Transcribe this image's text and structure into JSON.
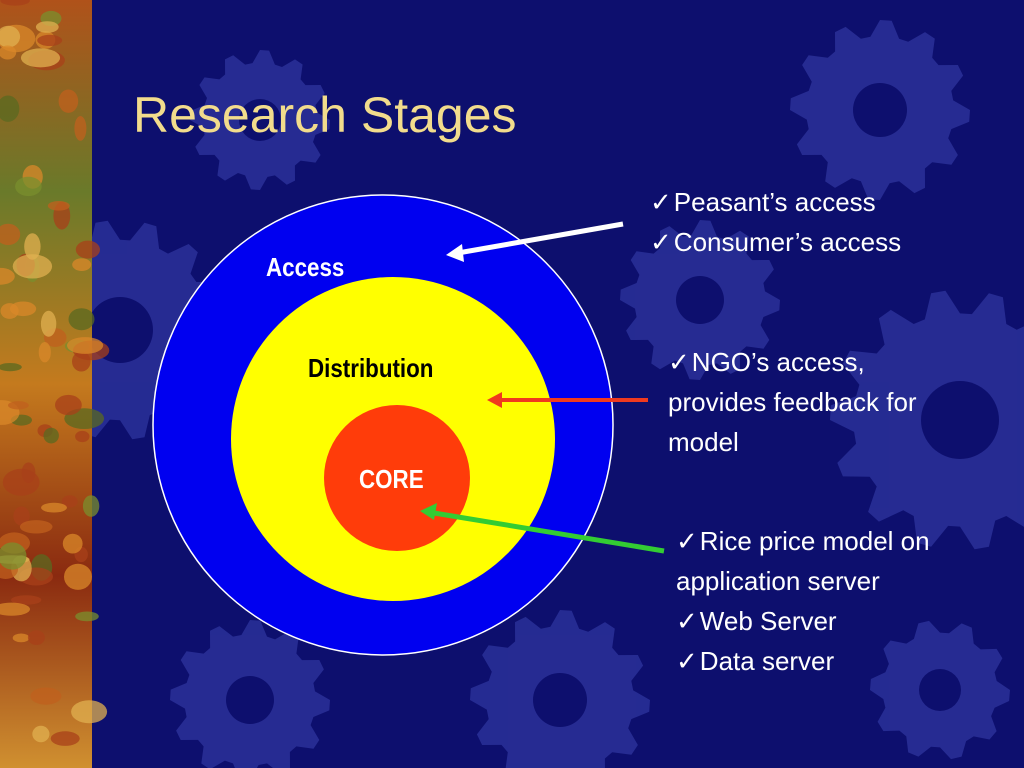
{
  "slide": {
    "title": "Research Stages"
  },
  "rings": {
    "access": "Access",
    "distribution": "Distribution",
    "core": "CORE"
  },
  "callouts": [
    {
      "items": [
        "Peasant’s access",
        "Consumer’s access"
      ]
    },
    {
      "items": [
        "NGO’s access,",
        "provides feedback for",
        "model"
      ],
      "checked": [
        true,
        false,
        false
      ]
    },
    {
      "items": [
        "Rice price model on",
        "application server",
        "Web Server",
        "Data server"
      ],
      "checked": [
        true,
        false,
        true,
        true
      ]
    }
  ],
  "check_glyph": "✓",
  "colors": {
    "background": "#0d0f6e",
    "title": "#f2dc8c",
    "access_ring": "#0000f0",
    "distribution_ring": "#ffff00",
    "core": "#ff3c0a",
    "text_white": "#ffffff",
    "text_black": "#000000",
    "arrow_access": "#ffffff",
    "arrow_distribution": "#f03a1e",
    "arrow_core": "#33cc33",
    "gear": "#3b43b0"
  },
  "icons": {
    "sidebar": "autumn-leaves-strip",
    "background": "gear-pattern",
    "bullet": "check-mark-icon"
  }
}
